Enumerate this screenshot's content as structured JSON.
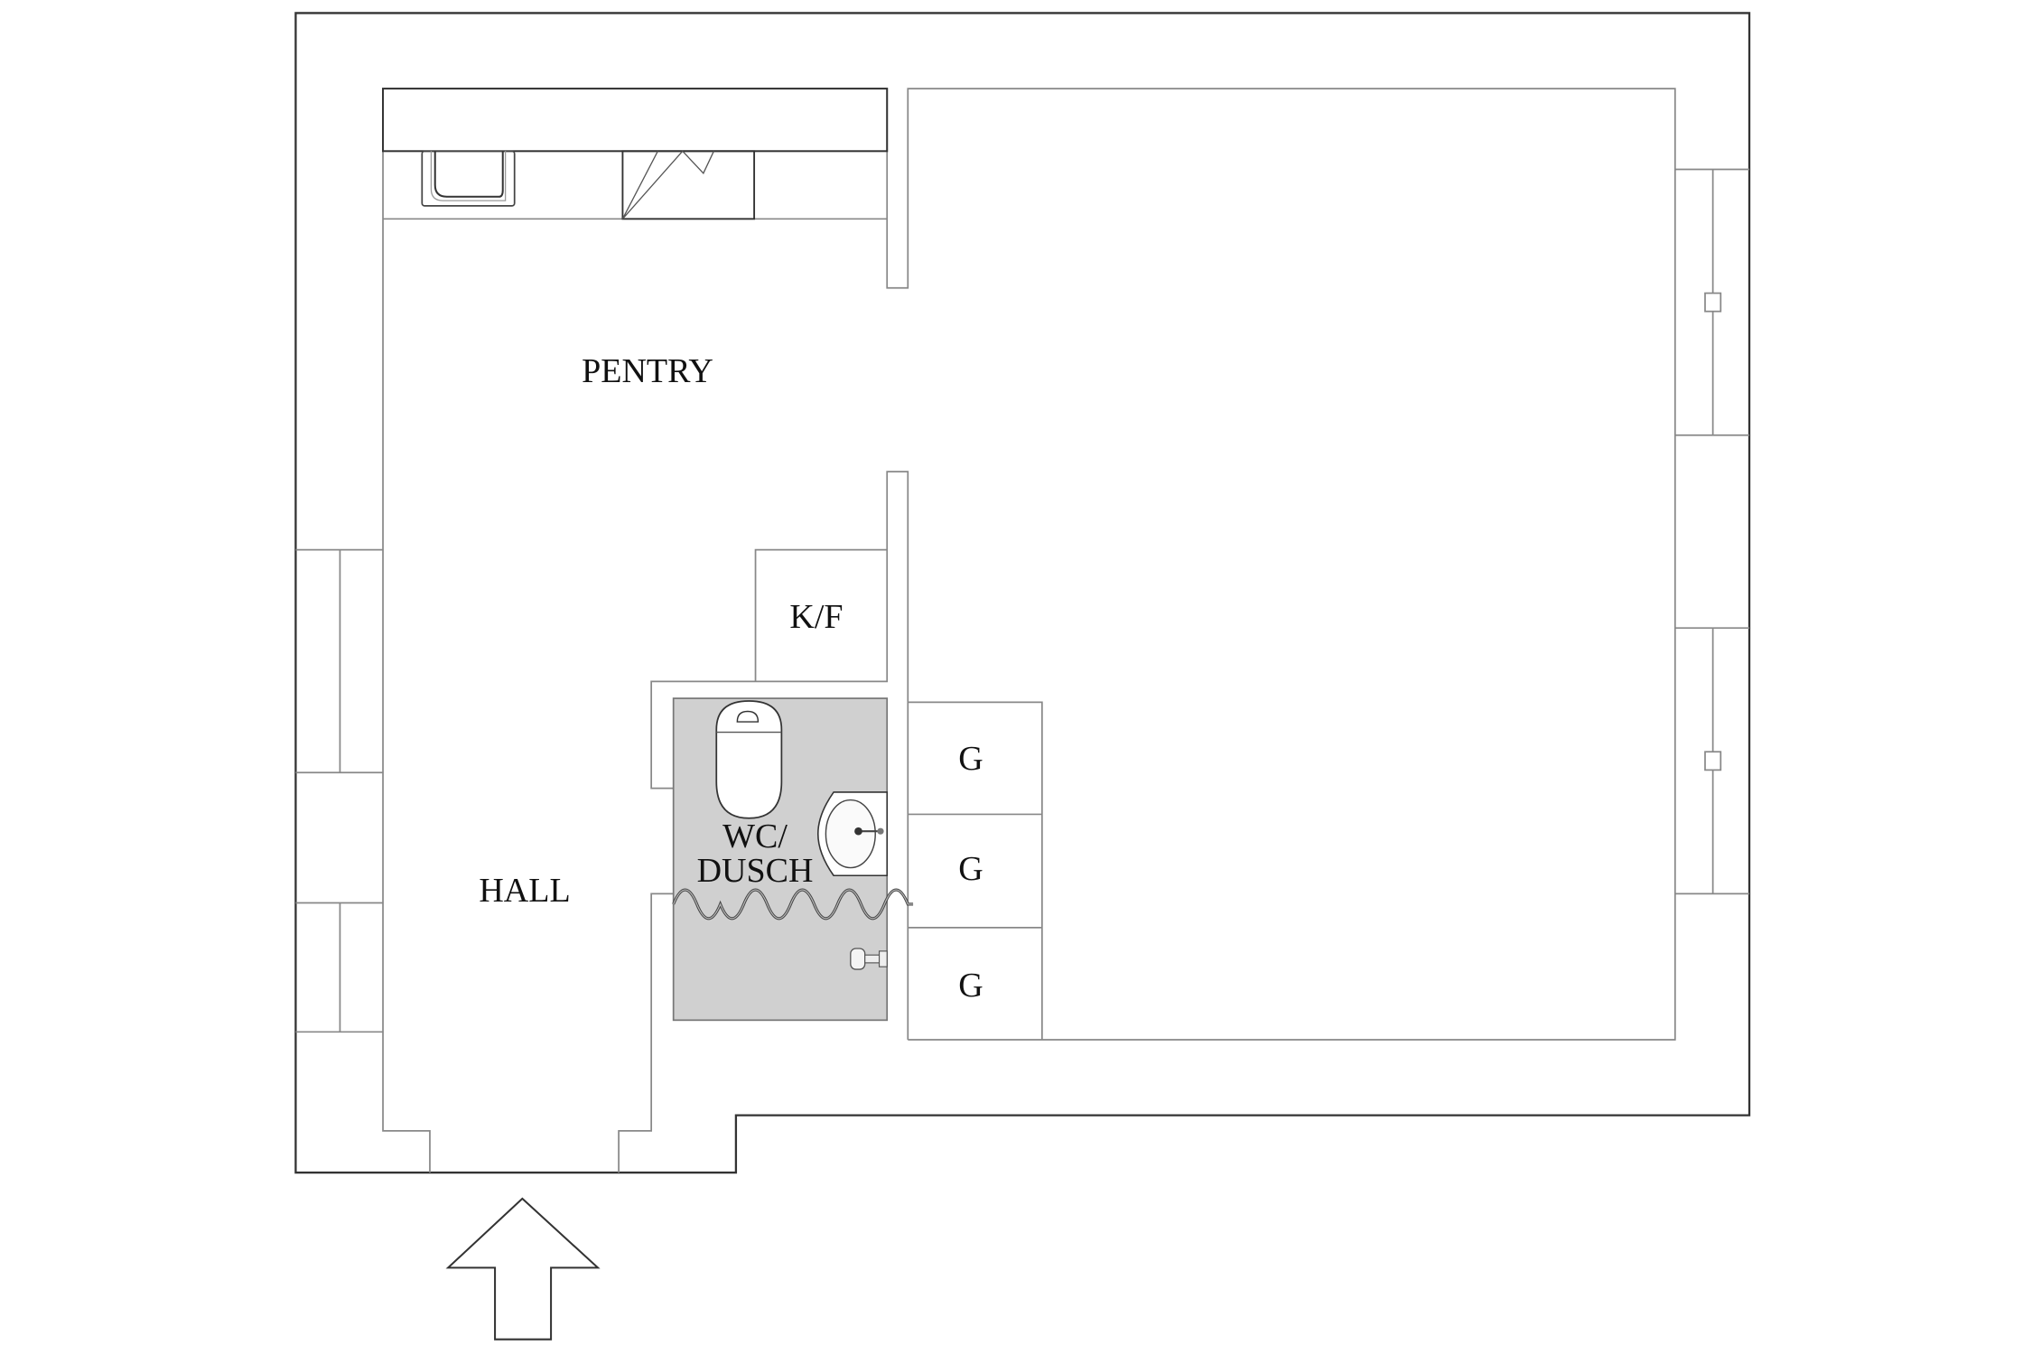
{
  "floorplan": {
    "colors": {
      "wall_line": "#333333",
      "inner_line": "#888888",
      "bathroom_fill": "#d0d0d0",
      "background": "#ffffff",
      "text": "#111111"
    },
    "rooms": {
      "pentry": {
        "label": "PENTRY"
      },
      "hall": {
        "label": "HALL"
      },
      "kf": {
        "label": "K/F"
      },
      "wc_dusch": {
        "line1": "WC/",
        "line2": "DUSCH"
      },
      "closets": [
        {
          "label": "G"
        },
        {
          "label": "G"
        },
        {
          "label": "G"
        }
      ]
    },
    "fixtures": [
      "kitchen-sink",
      "stove",
      "toilet",
      "wash-basin",
      "shower-curtain",
      "shower-head"
    ],
    "entrance_arrow": "entrance-arrow-up"
  }
}
